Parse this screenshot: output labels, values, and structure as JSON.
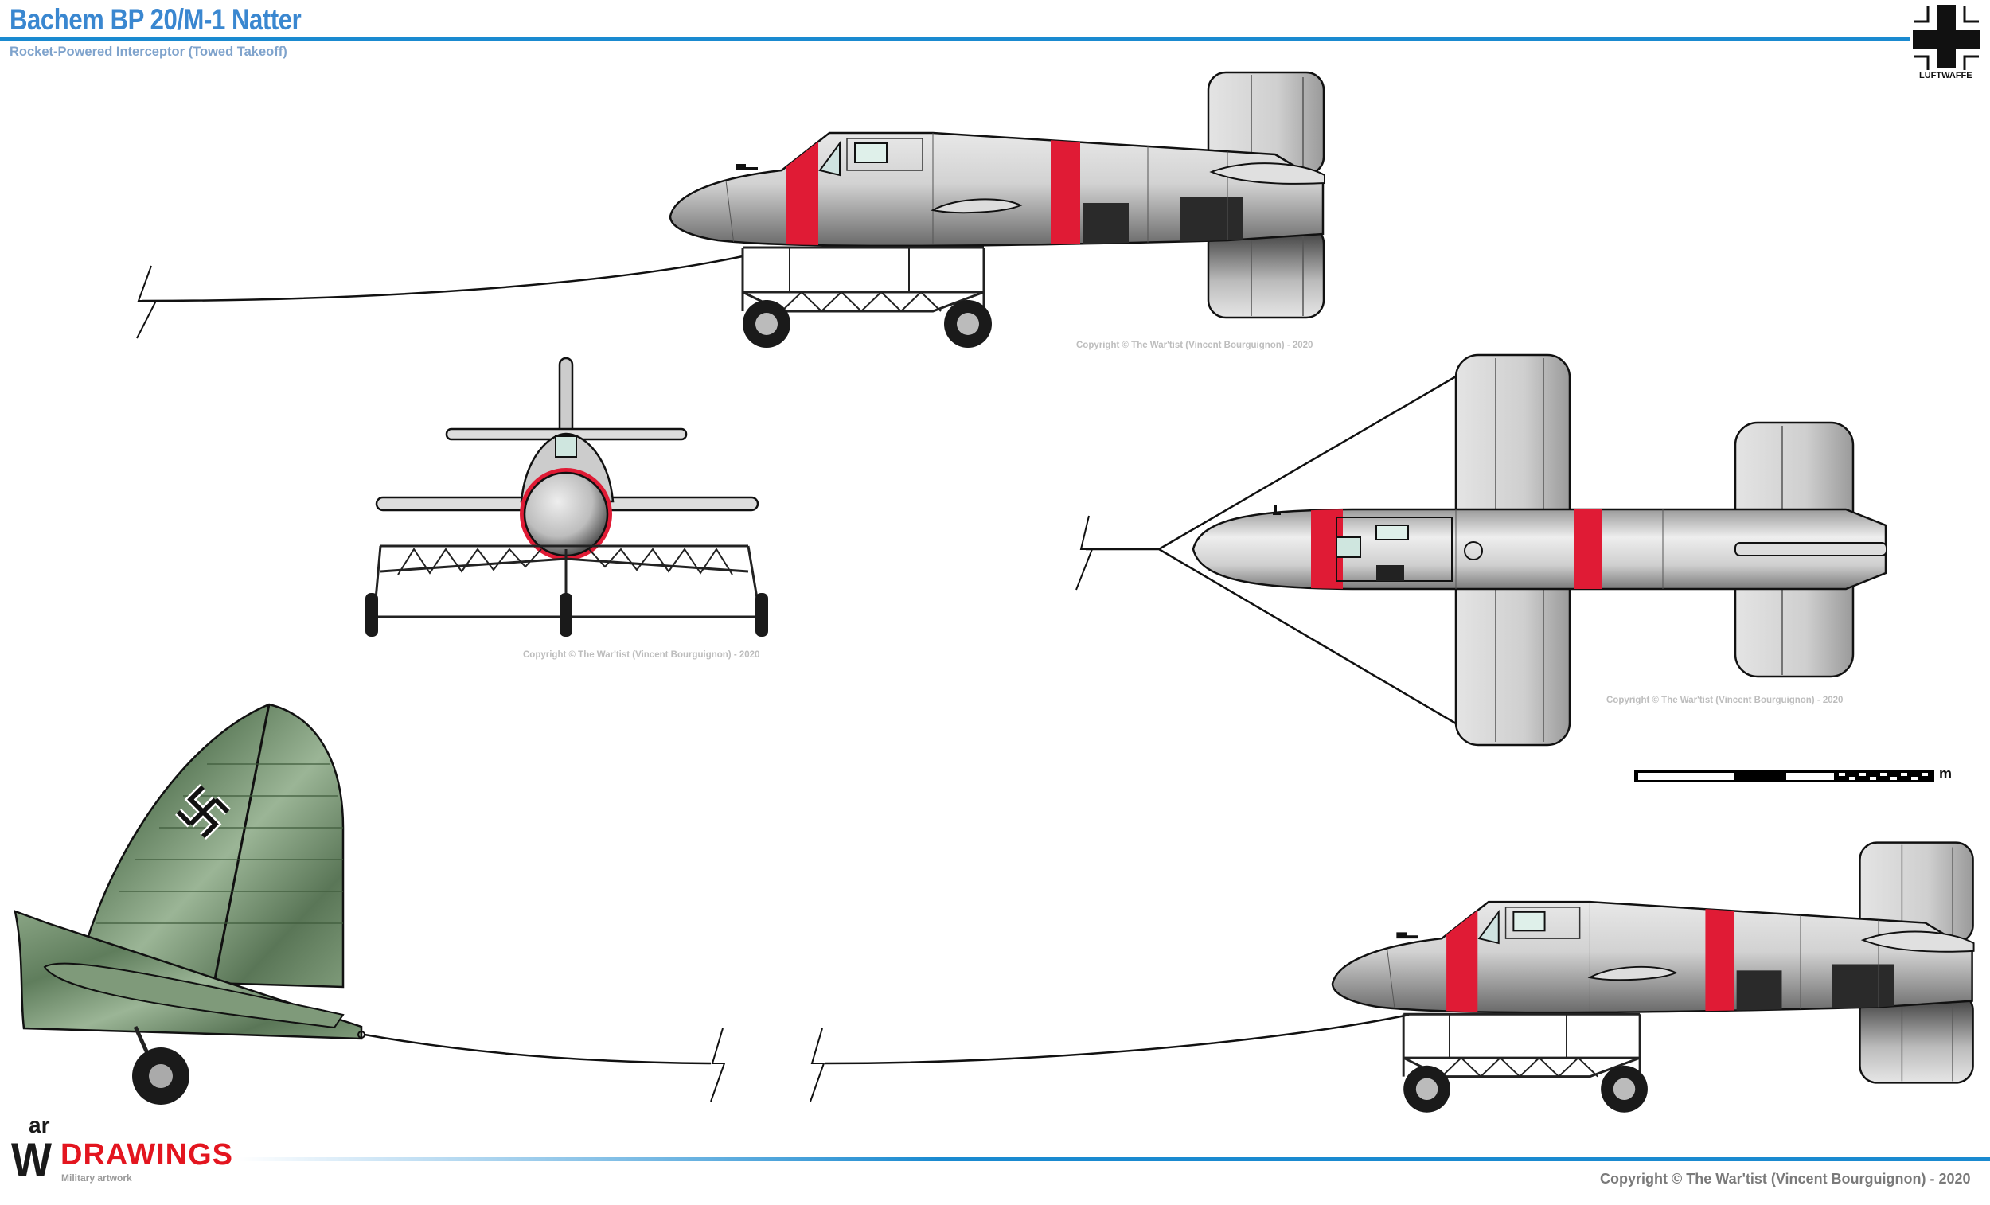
{
  "header": {
    "title": "Bachem BP 20/M-1 Natter",
    "subtitle": "Rocket-Powered Interceptor (Towed Takeoff)",
    "insignia_label": "LUFTWAFFE"
  },
  "views": {
    "side_view_copyright": "Copyright © The War'tist (Vincent Bourguignon) - 2020",
    "front_view_copyright": "Copyright © The War'tist (Vincent Bourguignon) - 2020",
    "top_view_copyright": "Copyright © The War'tist (Vincent Bourguignon) - 2020"
  },
  "scale_bar": {
    "unit": "m"
  },
  "footer": {
    "logo_ar": "ar",
    "logo_w": "W",
    "logo_drawings": "DRAWINGS",
    "logo_tagline": "Military artwork",
    "copyright": "Copyright © The War'tist (Vincent Bourguignon) - 2020"
  },
  "colors": {
    "title_blue": "#3a87d0",
    "rule_blue": "#1a8ad0",
    "subtitle_blue": "#7fa3cc",
    "band_red": "#e01b35",
    "logo_red": "#e3151f",
    "camo_green": "#6f8f6a"
  }
}
